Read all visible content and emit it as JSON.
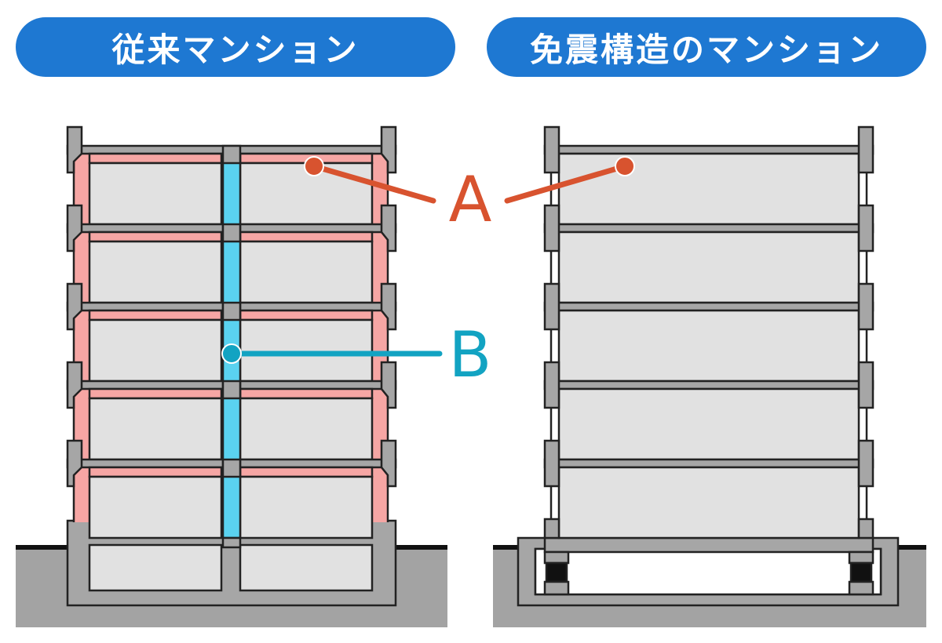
{
  "headers": {
    "left": "従来マンション",
    "right": "免震構造のマンション"
  },
  "callouts": {
    "a": "A",
    "b": "B"
  },
  "colors": {
    "header_bg": "#1e78d2",
    "structure": "#a6a6a6",
    "room": "#e1e1e1",
    "damage_red": "#f6a6a4",
    "damage_blue": "#5ad2f0",
    "callout_a": "#d8532f",
    "callout_b": "#12a3c2",
    "ground": "#a3a3a3",
    "isolator": "#111111"
  }
}
